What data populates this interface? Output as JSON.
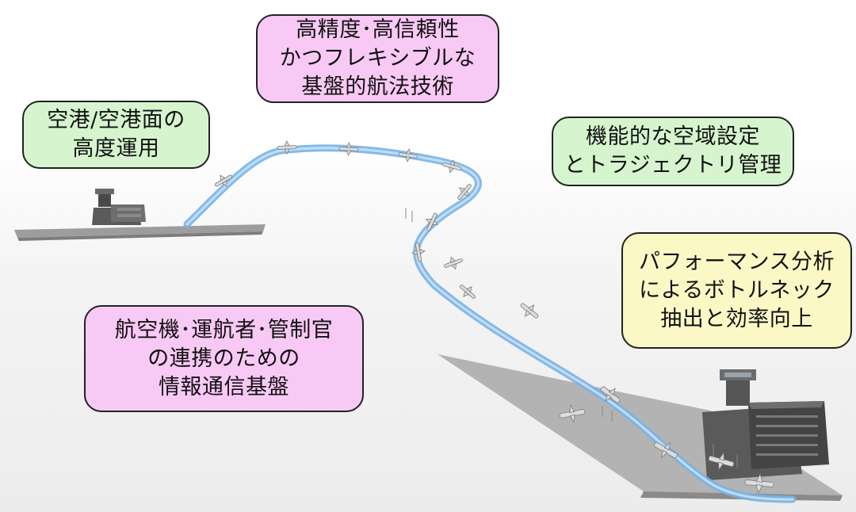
{
  "colors": {
    "pink": "#f9c9f5",
    "green": "#d6f5cf",
    "yellow": "#fbf8c6",
    "trajectory": "#7ab4e6",
    "ground": "#a3a3a3",
    "building": "#5c5c5c"
  },
  "callouts": [
    {
      "id": "nav",
      "color": "pink",
      "lines": [
        "高精度･高信頼性",
        "かつフレキシブルな",
        "基盤的航法技術"
      ]
    },
    {
      "id": "airport",
      "color": "green",
      "lines": [
        "空港/空港面の",
        "高度運用"
      ]
    },
    {
      "id": "airspace",
      "color": "green",
      "lines": [
        "機能的な空域設定",
        "とトラジェクトリ管理"
      ]
    },
    {
      "id": "perf",
      "color": "yellow",
      "lines": [
        "パフォーマンス分析",
        "によるボトルネック",
        "抽出と効率向上"
      ]
    },
    {
      "id": "info",
      "color": "pink",
      "lines": [
        "航空機･運航者･管制官",
        "の連携のための",
        "情報通信基盤"
      ]
    }
  ]
}
